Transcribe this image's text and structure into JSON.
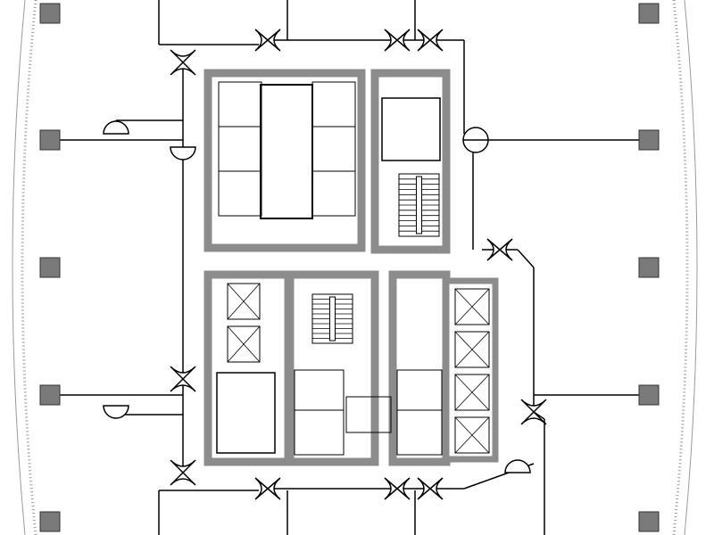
{
  "plan": {
    "colors": {
      "background": "#ffffff",
      "line": "#000000",
      "wall": "#8c8c8c",
      "column": "#7a7a7a",
      "facade": "#9a9a9a"
    },
    "column_rows": 5,
    "elevator_cars": 6,
    "fire_door_count": 11
  }
}
